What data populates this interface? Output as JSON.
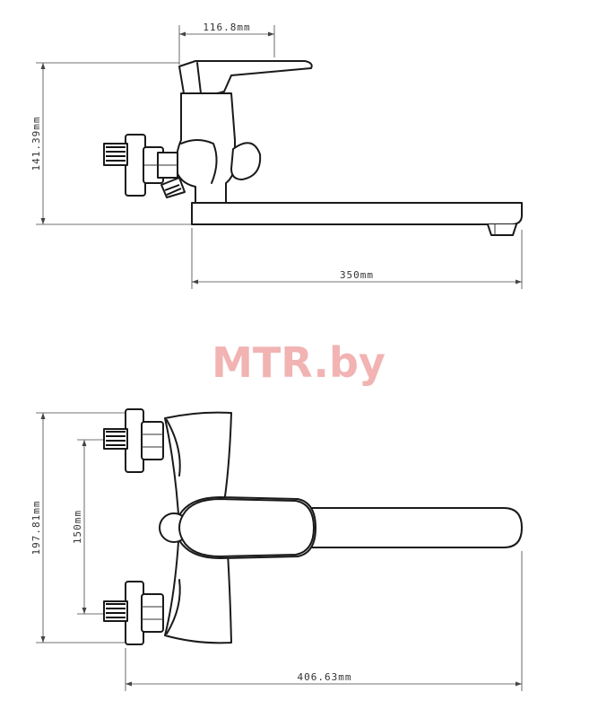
{
  "top_view": {
    "dim_handle_width": "116.8mm",
    "dim_height": "141.39mm",
    "dim_spout_length": "350mm"
  },
  "front_view": {
    "dim_total_height": "197.81mm",
    "dim_inlet_spacing": "150mm",
    "dim_total_length": "406.63mm"
  },
  "watermark": "MTR.by",
  "colors": {
    "line": "#1a1a1a",
    "watermark": "#f2b3b3"
  }
}
